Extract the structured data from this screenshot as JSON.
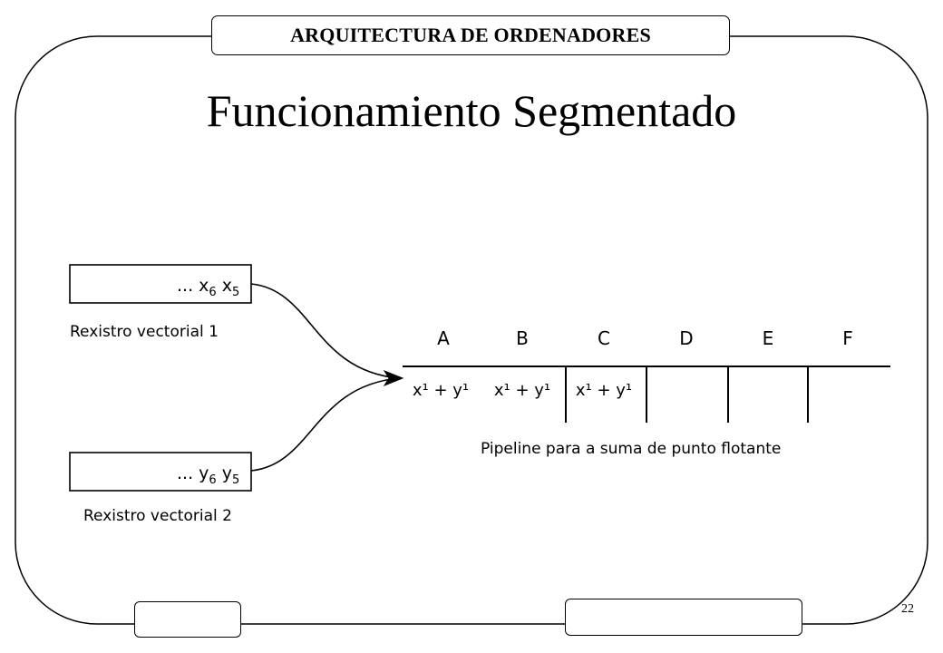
{
  "header": {
    "course_title": "ARQUITECTURA DE ORDENADORES"
  },
  "slide": {
    "title": "Funcionamiento Segmentado",
    "page_number": "22"
  },
  "diagram": {
    "register1": {
      "content_prefix": "... x",
      "sub1": "6",
      "mid": " x",
      "sub2": "5",
      "caption": "Rexistro vectorial 1"
    },
    "register2": {
      "content_prefix": "... y",
      "sub1": "6",
      "mid": " y",
      "sub2": "5",
      "caption": "Rexistro vectorial 2"
    },
    "stages": [
      "A",
      "B",
      "C",
      "D",
      "E",
      "F"
    ],
    "stage_cells": [
      "x¹ + y¹",
      "x¹ + y¹",
      "x¹ + y¹",
      "",
      "",
      ""
    ],
    "pipeline_caption": "Pipeline para a suma de punto flotante"
  },
  "colors": {
    "stroke": "#000000",
    "background": "#ffffff"
  }
}
